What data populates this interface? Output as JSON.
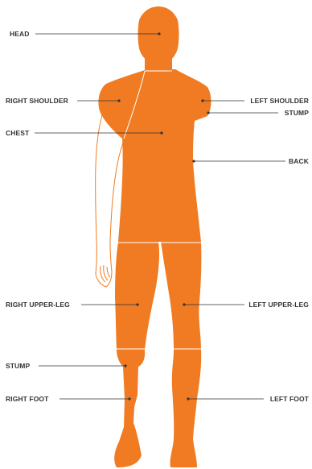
{
  "colors": {
    "body": "#f07b22",
    "outline": "#f07b22",
    "seam": "#ffffff",
    "leader": "#333333",
    "label": "#333333"
  },
  "labels": {
    "head": "HEAD",
    "right_shoulder": "RIGHT SHOULDER",
    "left_shoulder": "LEFT SHOULDER",
    "stump_arm": "STUMP",
    "chest": "CHEST",
    "back": "BACK",
    "right_upper_leg": "RIGHT UPPER-LEG",
    "left_upper_leg": "LEFT UPPER-LEG",
    "stump_leg": "STUMP",
    "right_foot": "RIGHT FOOT",
    "left_foot": "LEFT FOOT"
  }
}
